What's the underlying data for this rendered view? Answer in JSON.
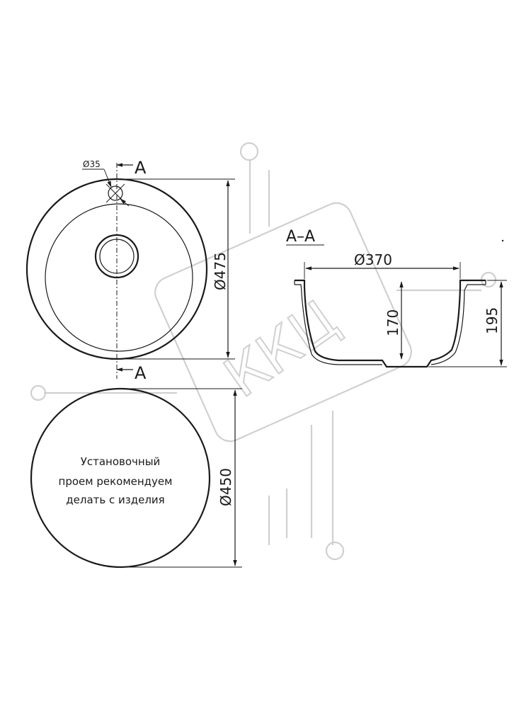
{
  "top_view": {
    "hole_diameter_label": "Ø35",
    "outer_diameter_label": "Ø475",
    "section_mark_top": "A",
    "section_mark_bottom": "A"
  },
  "section_view": {
    "title": "A–A",
    "bowl_diameter_label": "Ø370",
    "bowl_depth_label": "170",
    "total_depth_label": "195"
  },
  "cutout_view": {
    "diameter_label": "Ø450",
    "note_lines": [
      "Установочный",
      "проем рекомендуем",
      "делать с изделия"
    ]
  },
  "watermark": {
    "text": "ККЦ"
  }
}
